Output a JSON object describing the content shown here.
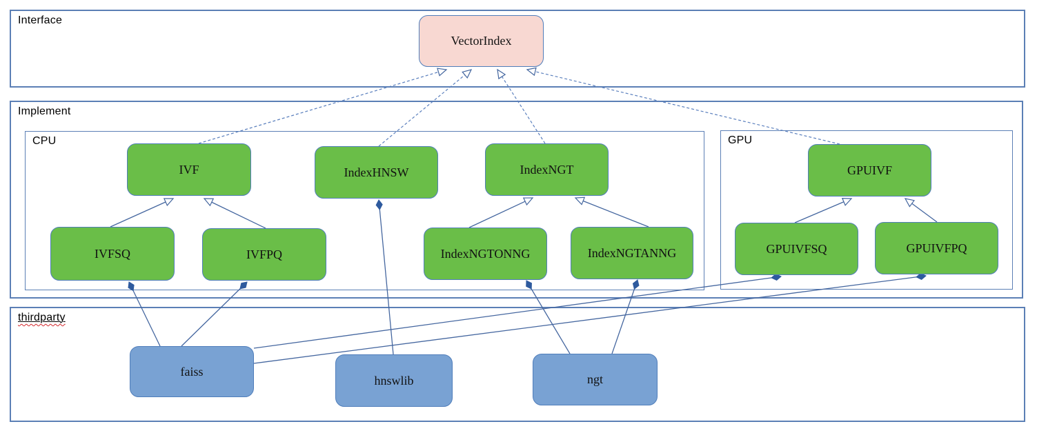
{
  "diagram": {
    "containers": {
      "interface": {
        "label": "Interface"
      },
      "implement": {
        "label": "Implement"
      },
      "cpu": {
        "label": "CPU"
      },
      "gpu": {
        "label": "GPU"
      },
      "thirdparty": {
        "label": "thirdparty"
      }
    },
    "nodes": {
      "vectorindex": {
        "label": "VectorIndex",
        "kind": "interface"
      },
      "ivf": {
        "label": "IVF",
        "kind": "cpu-implementation"
      },
      "indexhnsw": {
        "label": "IndexHNSW",
        "kind": "cpu-implementation"
      },
      "indexngt": {
        "label": "IndexNGT",
        "kind": "cpu-implementation"
      },
      "ivfsq": {
        "label": "IVFSQ",
        "kind": "cpu-implementation"
      },
      "ivfpq": {
        "label": "IVFPQ",
        "kind": "cpu-implementation"
      },
      "indexngtonng": {
        "label": "IndexNGTONNG",
        "kind": "cpu-implementation"
      },
      "indexngtanng": {
        "label": "IndexNGTANNG",
        "kind": "cpu-implementation"
      },
      "gpuivf": {
        "label": "GPUIVF",
        "kind": "gpu-implementation"
      },
      "gpuivfsq": {
        "label": "GPUIVFSQ",
        "kind": "gpu-implementation"
      },
      "gpuivfpq": {
        "label": "GPUIVFPQ",
        "kind": "gpu-implementation"
      },
      "faiss": {
        "label": "faiss",
        "kind": "thirdparty-library"
      },
      "hnswlib": {
        "label": "hnswlib",
        "kind": "thirdparty-library"
      },
      "ngt": {
        "label": "ngt",
        "kind": "thirdparty-library"
      }
    },
    "edges": [
      {
        "from": "ivf",
        "to": "vectorindex",
        "type": "realization"
      },
      {
        "from": "indexhnsw",
        "to": "vectorindex",
        "type": "realization"
      },
      {
        "from": "indexngt",
        "to": "vectorindex",
        "type": "realization"
      },
      {
        "from": "gpuivf",
        "to": "vectorindex",
        "type": "realization"
      },
      {
        "from": "ivfsq",
        "to": "ivf",
        "type": "inheritance"
      },
      {
        "from": "ivfpq",
        "to": "ivf",
        "type": "inheritance"
      },
      {
        "from": "indexngtonng",
        "to": "indexngt",
        "type": "inheritance"
      },
      {
        "from": "indexngtanng",
        "to": "indexngt",
        "type": "inheritance"
      },
      {
        "from": "gpuivfsq",
        "to": "gpuivf",
        "type": "inheritance"
      },
      {
        "from": "gpuivfpq",
        "to": "gpuivf",
        "type": "inheritance"
      },
      {
        "from": "hnswlib",
        "to": "indexhnsw",
        "type": "composition"
      },
      {
        "from": "faiss",
        "to": "ivfsq",
        "type": "composition"
      },
      {
        "from": "faiss",
        "to": "ivfpq",
        "type": "composition"
      },
      {
        "from": "ngt",
        "to": "indexngtonng",
        "type": "composition"
      },
      {
        "from": "ngt",
        "to": "indexngtanng",
        "type": "composition"
      },
      {
        "from": "faiss",
        "to": "gpuivfsq",
        "type": "composition"
      },
      {
        "from": "faiss",
        "to": "gpuivfpq",
        "type": "composition"
      }
    ],
    "colors": {
      "interface_node_fill": "#f8d8d2",
      "implementation_node_fill": "#6abe48",
      "thirdparty_node_fill": "#79a2d3",
      "node_border": "#4f7dba",
      "container_border": "#5b7fb5",
      "edge_line": "#44669f",
      "composition_diamond": "#2e5a9e",
      "spellcheck_underline": "#d4262a"
    }
  }
}
